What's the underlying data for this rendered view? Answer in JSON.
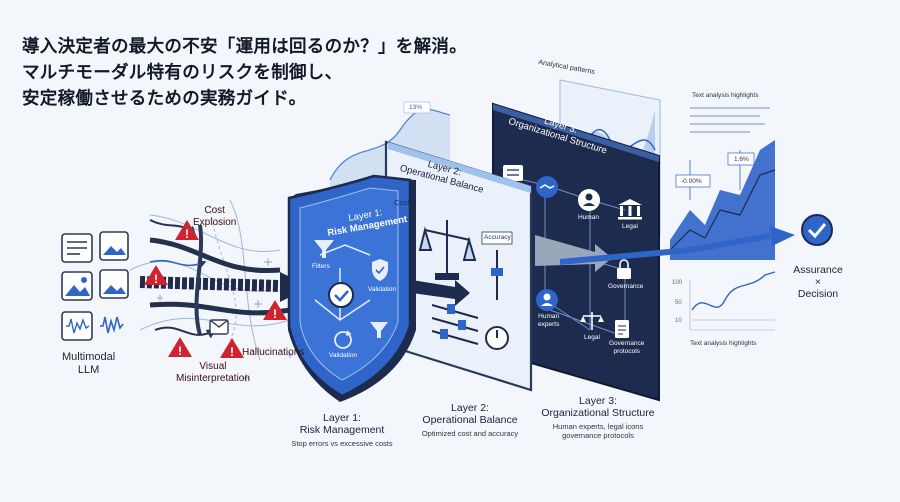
{
  "headline": {
    "line1": "導入決定者の最大の不安「運用は回るのか？」を解消。",
    "line2": "マルチモーダル特有のリスクを制御し、",
    "line3": "安定稼働させるための実務ガイド。"
  },
  "input": {
    "label_line1": "Multimodal",
    "label_line2": "LLM"
  },
  "risks": {
    "cost_line1": "Cost",
    "cost_line2": "Explosion",
    "hallucinations": "Hallucinations",
    "visual_line1": "Visual",
    "visual_line2": "Misinterpretation"
  },
  "layer1": {
    "title_line1": "Layer 1:",
    "title_line2": "Risk Management",
    "filters": "Filters",
    "validation_right": "Validation",
    "validation_bottom": "Validation",
    "caption_line1": "Layer 1:",
    "caption_line2": "Risk Management",
    "caption_sub": "Stop errors vs excessive costs"
  },
  "layer2": {
    "title_line1": "Layer 2:",
    "title_line2": "Operational Balance",
    "cost": "Cost",
    "accuracy": "Accuracy",
    "caption_line1": "Layer 2:",
    "caption_line2": "Operational Balance",
    "caption_sub": "Optimized cost and accuracy"
  },
  "layer3": {
    "title_line1": "Layer 3:",
    "title_line2": "Organizational Structure",
    "human": "Human",
    "legal": "Legal",
    "governance": "Governance",
    "human_experts_line1": "Human",
    "human_experts_line2": "experts",
    "legal_bottom": "Legal",
    "gov_protocols_line1": "Governance",
    "gov_protocols_line2": "protocols",
    "caption_line1": "Layer 3:",
    "caption_line2": "Organizational Structure",
    "caption_sub_line1": "Human experts, legal icons",
    "caption_sub_line2": "governance protocols"
  },
  "analytics": {
    "patterns": "Analytical patterns",
    "pct": "13%",
    "highlights_top": "Text analysis highlights",
    "neg": "-0.00%",
    "pos": "1.6%",
    "y100": "100",
    "y50": "50",
    "y10": "10",
    "highlights_bottom": "Text analysis highlights"
  },
  "output": {
    "line1": "Assurance",
    "line2": "×",
    "line3": "Decision"
  },
  "colors": {
    "primary": "#2f64c9",
    "navy": "#1c2b4e",
    "alert": "#cf2330",
    "light": "#d7e6f8"
  }
}
